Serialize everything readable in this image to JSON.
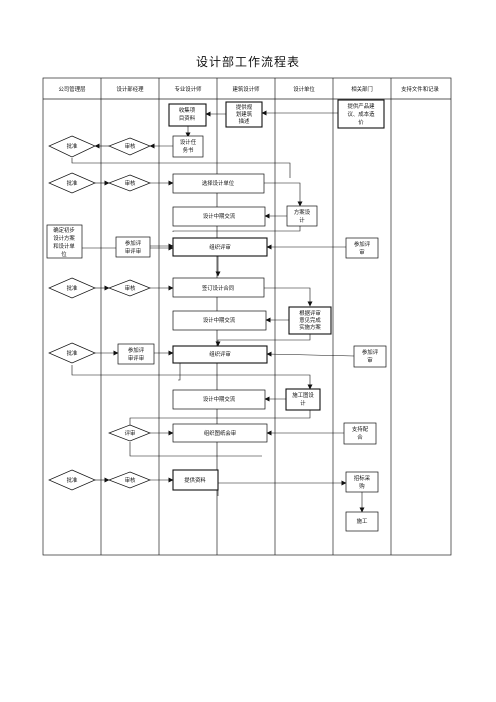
{
  "title": "设计部工作流程表",
  "columns": [
    "公司管理层",
    "设计部经理",
    "专业设计师",
    "建筑设计师",
    "设计单位",
    "相关部门",
    "支持文件和记录"
  ],
  "nodes": {
    "collect": [
      "收集项",
      "目资料"
    ],
    "provide_arch": [
      "提供规",
      "划建筑",
      "描述"
    ],
    "provide_product": [
      "提供产品建",
      "议、成本造",
      "价"
    ],
    "approve1": "批准",
    "review1": "审核",
    "task_book": [
      "设计任",
      "务书"
    ],
    "approve2": "批准",
    "review2": "审核",
    "select_unit": "选择设计单位",
    "scheme_exchange": "设计中期交流",
    "scheme_design": [
      "方案设",
      "计"
    ],
    "confirm_scheme": [
      "确定初步",
      "设计方案",
      "和设计单",
      "位"
    ],
    "join_review1": [
      "参加评",
      "审评审"
    ],
    "org_review1": "组织评审",
    "dept_review1": [
      "参加评",
      "审"
    ],
    "approve3": "批准",
    "review3": "审核",
    "sign_contract": "签订设计合同",
    "mid_exchange2": "设计中期交流",
    "revise": [
      "根据评审",
      "意见完成",
      "实施方案"
    ],
    "approve4": "批准",
    "join_review2": [
      "参加评",
      "审评审"
    ],
    "org_review2": "组织评审",
    "dept_review2": [
      "参加评",
      "审"
    ],
    "mid_exchange3": "设计中期交流",
    "construction_design": [
      "施工图设",
      "计"
    ],
    "eval": "评审",
    "org_drawing_review": "组织图纸会审",
    "support": [
      "支持配",
      "合"
    ],
    "approve5": "批准",
    "review5": "审核",
    "provide_docs": "提供资料",
    "tender": [
      "招标采",
      "购"
    ],
    "construct": "施工"
  }
}
